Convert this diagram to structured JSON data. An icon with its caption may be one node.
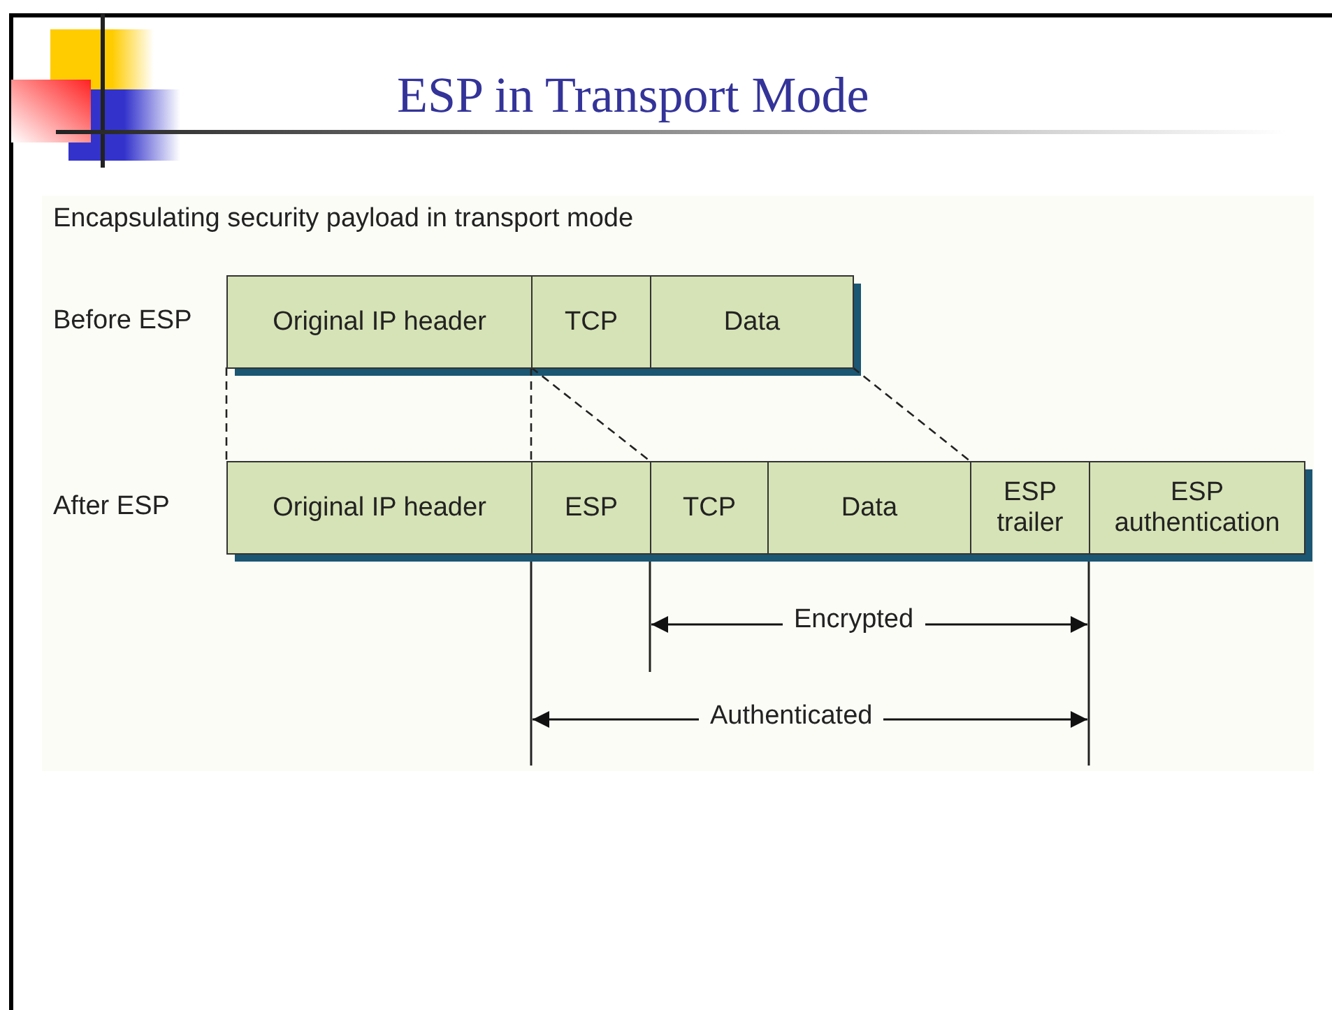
{
  "diagram": {
    "title": "ESP in Transport Mode",
    "nodes": [
      {
        "text": [
          "Original IP header"
        ]
      },
      {
        "text": [
          "TCP"
        ]
      },
      {
        "text": [
          "Data"
        ]
      },
      {
        "text": [
          "Original IP header"
        ]
      },
      {
        "text": [
          "ESP"
        ]
      },
      {
        "text": [
          "TCP"
        ]
      },
      {
        "text": [
          "Data"
        ]
      },
      {
        "text": [
          "ESP trailer"
        ]
      },
      {
        "text": [
          "ESP authentication"
        ]
      }
    ],
    "edges": [
      {
        "from": 0,
        "to": 3,
        "arrow": "none",
        "style": "dashed"
      },
      {
        "from": 0,
        "to": 3,
        "arrow": "none",
        "style": "dashed"
      },
      {
        "from": 1,
        "to": 5,
        "arrow": "none",
        "style": "dashed"
      },
      {
        "from": 2,
        "to": 6,
        "arrow": "none",
        "style": "dashed"
      }
    ],
    "labels": [
      "Encapsulating security payload in transport mode",
      "Before ESP",
      "After ESP",
      "Encrypted",
      "Authenticated"
    ]
  }
}
